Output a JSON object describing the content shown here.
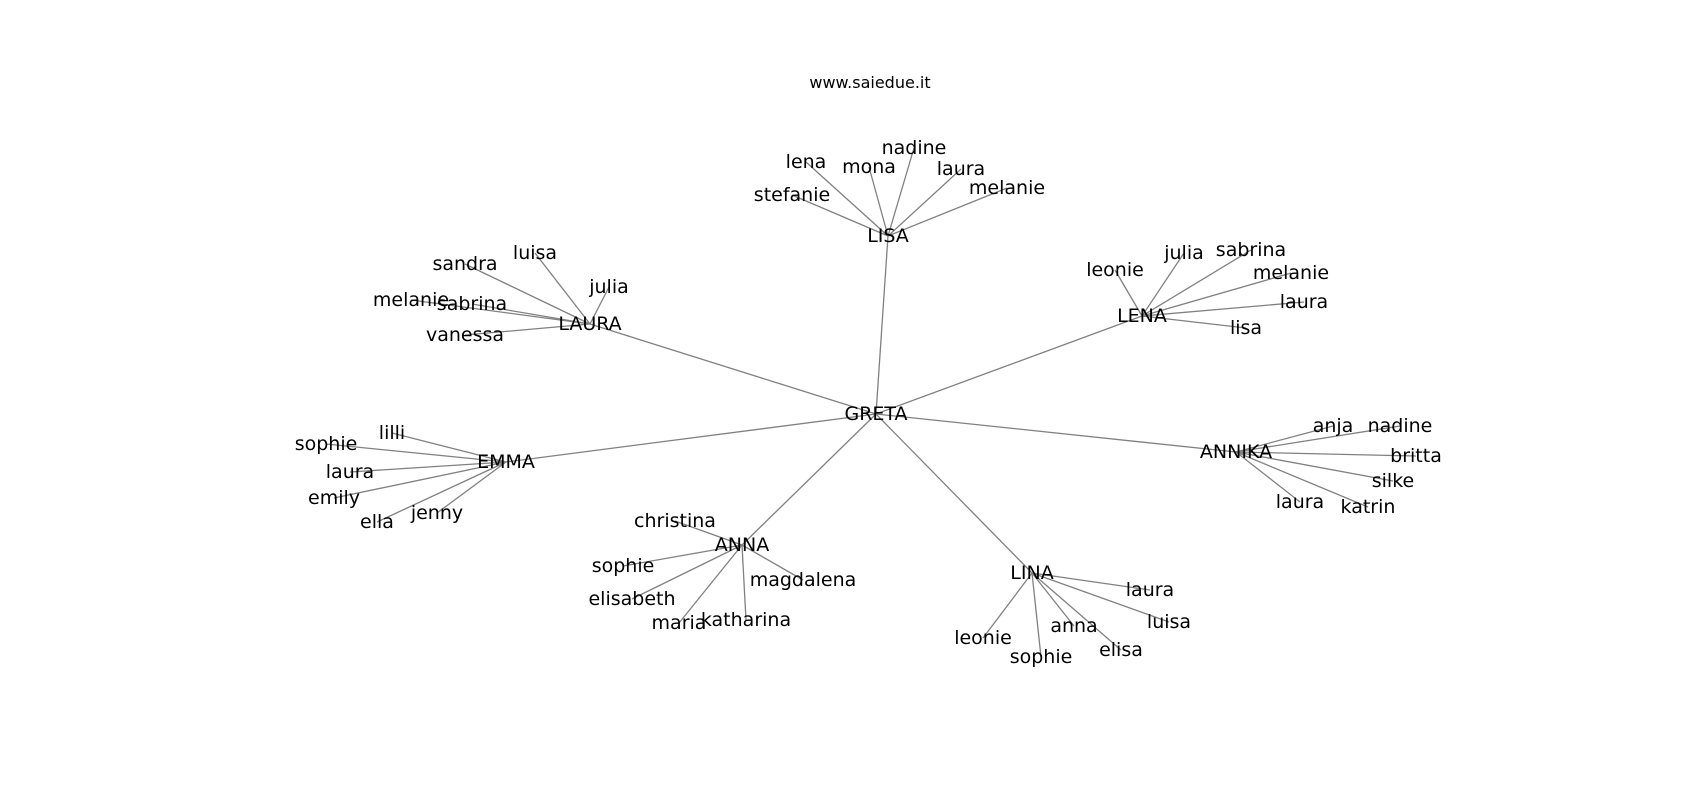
{
  "title": "www.saiedue.it",
  "root": "GRETA",
  "groups": [
    {
      "hub": "LISA",
      "leaves": [
        "lena",
        "mona",
        "nadine",
        "laura",
        "melanie",
        "stefanie"
      ]
    },
    {
      "hub": "LAURA",
      "leaves": [
        "sandra",
        "luisa",
        "julia",
        "melanie",
        "sabrina",
        "vanessa"
      ]
    },
    {
      "hub": "LENA",
      "leaves": [
        "leonie",
        "julia",
        "sabrina",
        "melanie",
        "laura",
        "lisa"
      ]
    },
    {
      "hub": "EMMA",
      "leaves": [
        "lilli",
        "sophie",
        "laura",
        "emily",
        "ella",
        "jenny"
      ]
    },
    {
      "hub": "ANNIKA",
      "leaves": [
        "anja",
        "nadine",
        "britta",
        "silke",
        "laura",
        "katrin"
      ]
    },
    {
      "hub": "ANNA",
      "leaves": [
        "christina",
        "sophie",
        "elisabeth",
        "maria",
        "katharina",
        "magdalena"
      ]
    },
    {
      "hub": "LINA",
      "leaves": [
        "laura",
        "luisa",
        "anna",
        "elisa",
        "sophie",
        "leonie"
      ]
    }
  ]
}
